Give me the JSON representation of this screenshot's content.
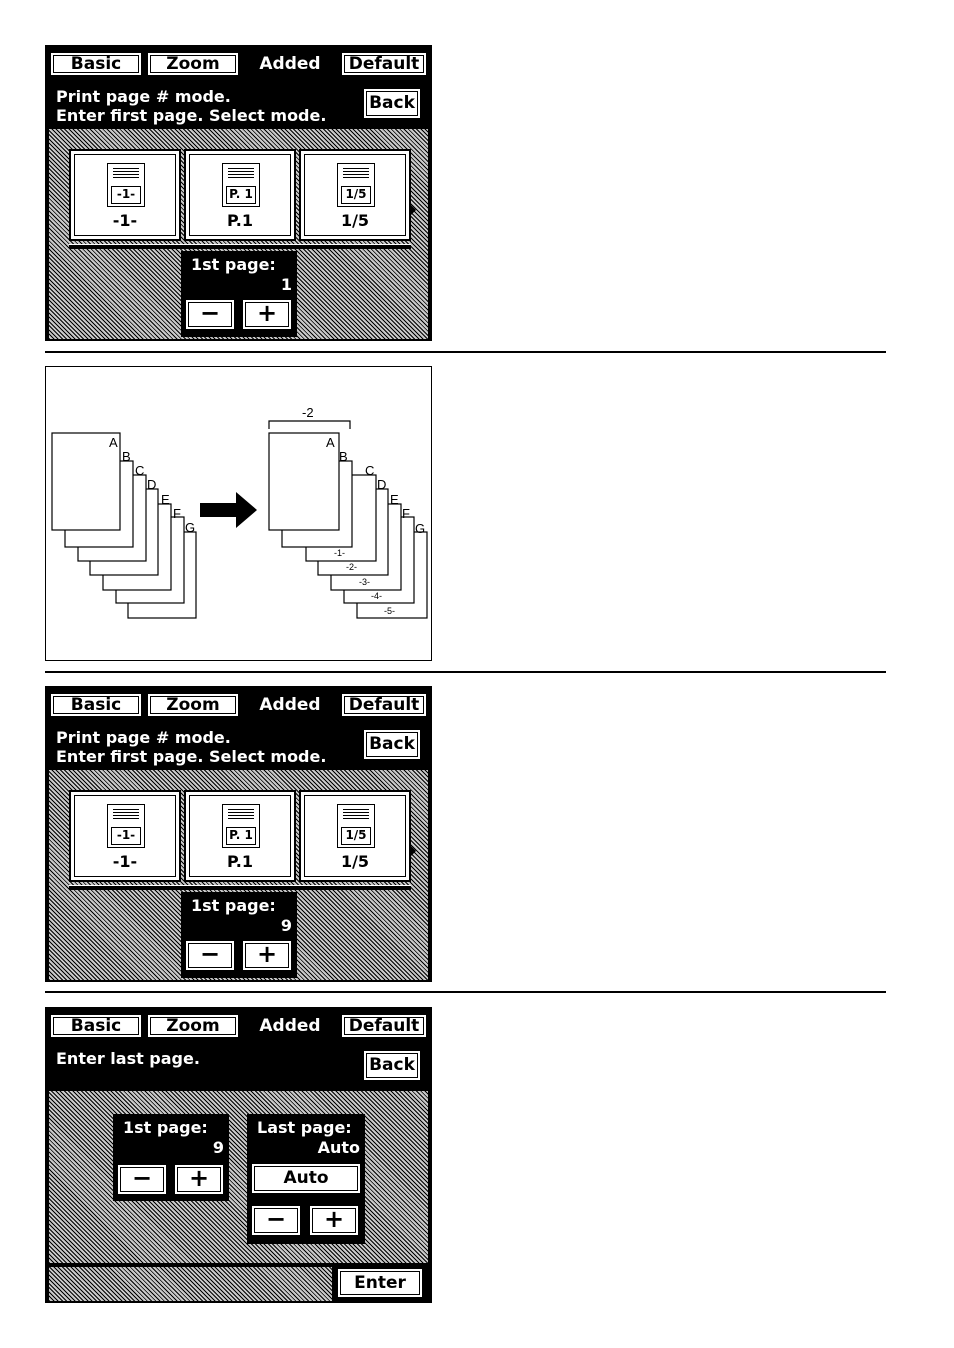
{
  "tabs": [
    "Basic",
    "Zoom",
    "Added",
    "Default"
  ],
  "back_label": "Back",
  "panel1": {
    "message": [
      "Print page # mode.",
      "Enter first page. Select mode."
    ],
    "modes": [
      {
        "icon_text": "-1-",
        "label": "-1-"
      },
      {
        "icon_text": "P. 1",
        "label": "P.1"
      },
      {
        "icon_text": "1/5",
        "label": "1/5"
      }
    ],
    "first_page_label": "1st page:",
    "first_page_value": "1",
    "minus": "−",
    "plus": "+"
  },
  "diagram": {
    "sheet_letters": [
      "A",
      "B",
      "C",
      "D",
      "E",
      "F",
      "G"
    ],
    "bracket_label": "-2",
    "page_numbers": [
      "-1-",
      "-2-",
      "-3-",
      "-4-",
      "-5-"
    ],
    "icons": [
      "right-arrow-icon"
    ]
  },
  "panel2": {
    "message": [
      "Print page # mode.",
      "Enter first page. Select mode."
    ],
    "modes": [
      {
        "icon_text": "-1-",
        "label": "-1-"
      },
      {
        "icon_text": "P. 1",
        "label": "P.1"
      },
      {
        "icon_text": "1/5",
        "label": "1/5"
      }
    ],
    "first_page_label": "1st page:",
    "first_page_value": "9",
    "minus": "−",
    "plus": "+"
  },
  "panel3": {
    "message": [
      "Enter last page."
    ],
    "first_page_label": "1st page:",
    "first_page_value": "9",
    "last_page_label": "Last page:",
    "last_page_value": "Auto",
    "auto_label": "Auto",
    "enter_label": "Enter",
    "minus": "−",
    "plus": "+"
  }
}
